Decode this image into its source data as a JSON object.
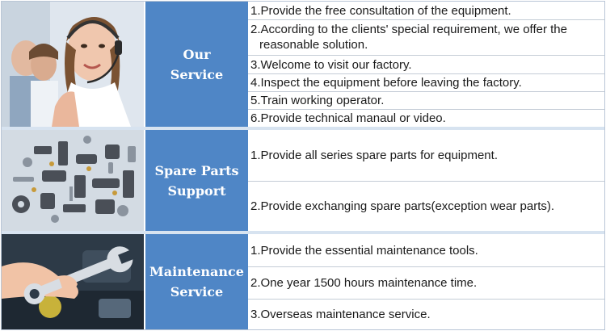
{
  "sections": [
    {
      "title_lines": [
        "Our",
        "Service"
      ],
      "items": [
        "1.Provide the free consultation of the equipment.",
        "2.According to the clients' special requirement, we offer the reasonable solution.",
        "3.Welcome to visit our factory.",
        "4.Inspect the equipment before leaving the factory.",
        "5.Train working operator.",
        "6.Provide technical manaul or video."
      ]
    },
    {
      "title_lines": [
        "Spare Parts",
        "Support"
      ],
      "items": [
        "1.Provide all series spare parts for equipment.",
        "2.Provide exchanging spare parts(exception wear parts)."
      ]
    },
    {
      "title_lines": [
        "Maintenance",
        "Service"
      ],
      "items": [
        "1.Provide the essential maintenance tools.",
        "2.One year 1500 hours maintenance time.",
        "3.Overseas maintenance service."
      ]
    }
  ],
  "colors": {
    "label_bg": "#4f86c6",
    "label_text": "#ffffff",
    "row_border": "#c4ccd6"
  },
  "icons": [
    "customer-service-agent-photo",
    "spare-parts-photo",
    "wrench-maintenance-photo"
  ]
}
